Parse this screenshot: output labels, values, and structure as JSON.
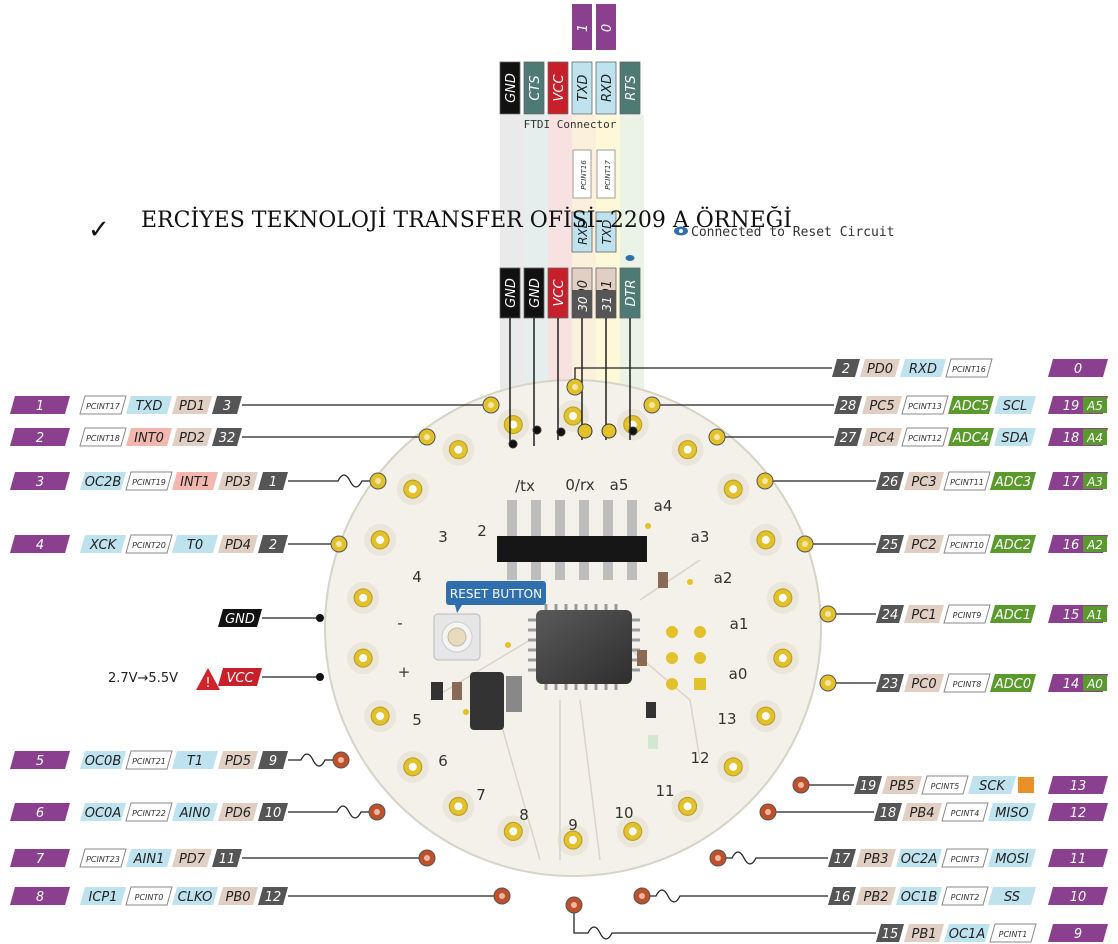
{
  "heading": {
    "check": "✓",
    "text": "ERCİYES TEKNOLOJİ TRANSFER OFİSİ- 2209 A ÖRNEĞİ"
  },
  "ftdi": {
    "label": "FTDI Connector",
    "top_pins": [
      {
        "text": "GND",
        "color": "#111111"
      },
      {
        "text": "CTS",
        "color": "#4d7a74"
      },
      {
        "text": "VCC",
        "color": "#c8202a"
      },
      {
        "text": "TXD",
        "color": "#bfe2ef"
      },
      {
        "text": "RXD",
        "color": "#bfe2ef"
      },
      {
        "text": "RTS",
        "color": "#4d7a74"
      }
    ],
    "top_numbers": [
      "1",
      "0"
    ],
    "pcint_labels": [
      "PCINT16",
      "PCINT17"
    ],
    "rxtx_labels": [
      "RXD",
      "TXD"
    ],
    "reset_note": "Connected to Reset Circuit",
    "header_pins": [
      {
        "text": "GND",
        "color": "#111111"
      },
      {
        "text": "GND",
        "color": "#111111"
      },
      {
        "text": "VCC",
        "color": "#c8202a"
      },
      {
        "text": "PD0",
        "color": "#e2cfc4"
      },
      {
        "text": "PD1",
        "color": "#e2cfc4"
      },
      {
        "text": "DTR",
        "color": "#4d7a74"
      }
    ],
    "header_nums": [
      "30",
      "31"
    ]
  },
  "board": {
    "reset_button": "RESET BUTTON",
    "chip_text": "",
    "labels": [
      "2",
      "3",
      "4",
      "-",
      "+",
      "5",
      "6",
      "7",
      "8",
      "9",
      "10",
      "11",
      "12",
      "13",
      "a0",
      "a1",
      "a2",
      "a3",
      "a4",
      "a5",
      "/tx",
      "0/rx"
    ]
  },
  "left_rows": [
    {
      "num": "1",
      "pcint": "PCINT17",
      "fn": [
        "TXD"
      ],
      "port": "PD1",
      "pin": "3"
    },
    {
      "num": "2",
      "pcint": "PCINT18",
      "fn": [
        "INT0"
      ],
      "port": "PD2",
      "pin": "32"
    },
    {
      "num": "3",
      "pre": "OC2B",
      "pcint": "PCINT19",
      "fn": [
        "INT1"
      ],
      "port": "PD3",
      "pin": "1"
    },
    {
      "num": "4",
      "pre": "XCK",
      "pcint": "PCINT20",
      "fn": [
        "T0"
      ],
      "port": "PD4",
      "pin": "2"
    },
    {
      "num": "5",
      "pre": "OC0B",
      "pcint": "PCINT21",
      "fn": [
        "T1"
      ],
      "port": "PD5",
      "pin": "9"
    },
    {
      "num": "6",
      "pre": "OC0A",
      "pcint": "PCINT22",
      "fn": [
        "AIN0"
      ],
      "port": "PD6",
      "pin": "10"
    },
    {
      "num": "7",
      "pcint": "PCINT23",
      "fn": [
        "AIN1"
      ],
      "port": "PD7",
      "pin": "11"
    },
    {
      "num": "8",
      "pre": "ICP1",
      "pcint": "PCINT0",
      "fn": [
        "CLKO"
      ],
      "port": "PB0",
      "pin": "12"
    }
  ],
  "power": {
    "gnd": "GND",
    "vcc": "VCC",
    "range": "2.7V→5.5V"
  },
  "right_rows": [
    {
      "pin": "2",
      "port": "PD0",
      "fn": "RXD",
      "pcint": "PCINT16",
      "num": "0"
    },
    {
      "pin": "28",
      "port": "PC5",
      "pcint": "PCINT13",
      "adc": "ADC5",
      "extra": "SCL",
      "num": "19",
      "a": "A5"
    },
    {
      "pin": "27",
      "port": "PC4",
      "pcint": "PCINT12",
      "adc": "ADC4",
      "extra": "SDA",
      "num": "18",
      "a": "A4"
    },
    {
      "pin": "26",
      "port": "PC3",
      "pcint": "PCINT11",
      "adc": "ADC3",
      "num": "17",
      "a": "A3"
    },
    {
      "pin": "25",
      "port": "PC2",
      "pcint": "PCINT10",
      "adc": "ADC2",
      "num": "16",
      "a": "A2"
    },
    {
      "pin": "24",
      "port": "PC1",
      "pcint": "PCINT9",
      "adc": "ADC1",
      "num": "15",
      "a": "A1"
    },
    {
      "pin": "23",
      "port": "PC0",
      "pcint": "PCINT8",
      "adc": "ADC0",
      "num": "14",
      "a": "A0"
    },
    {
      "pin": "19",
      "port": "PB5",
      "pcint": "PCINT5",
      "fn": "SCK",
      "num": "13"
    },
    {
      "pin": "18",
      "port": "PB4",
      "pcint": "PCINT4",
      "fn": "MISO",
      "num": "12"
    },
    {
      "pin": "17",
      "port": "PB3",
      "fn2": "OC2A",
      "pcint": "PCINT3",
      "fn": "MOSI",
      "num": "11"
    },
    {
      "pin": "16",
      "port": "PB2",
      "fn2": "OC1B",
      "pcint": "PCINT2",
      "fn": "SS",
      "num": "10"
    },
    {
      "pin": "15",
      "port": "PB1",
      "fn2": "OC1A",
      "pcint": "PCINT1",
      "num": "9"
    }
  ],
  "colors": {
    "purple": "#8a3f8f",
    "pin_dark": "#555555",
    "port": "#e2cfc4",
    "rxtx": "#bfe2ef",
    "adc": "#5a9a2c",
    "gnd": "#111111",
    "vcc": "#c8202a",
    "pad_yellow": "#e3c12a",
    "pad_orange": "#c0502a",
    "board": "#f4f1ea"
  }
}
